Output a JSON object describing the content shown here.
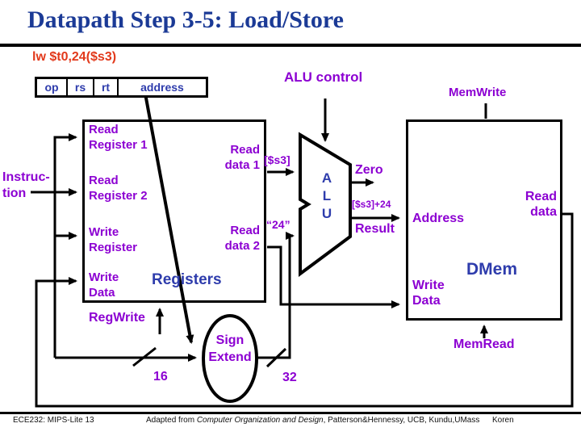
{
  "colors": {
    "title_blue": "#1b3a96",
    "block_blue": "#2e3cac",
    "label_purple": "#8c00d2",
    "instruction_red": "#e2391b",
    "line_black": "#000000"
  },
  "header": {
    "title": "Datapath Step 3-5: Load/Store"
  },
  "instruction": {
    "assembly": "lw $t0,24($s3)",
    "fields": [
      {
        "label": "op"
      },
      {
        "label": "rs"
      },
      {
        "label": "rt"
      },
      {
        "label": "address"
      }
    ],
    "source_label": "Instruc-\ntion"
  },
  "registers": {
    "title": "Registers",
    "ports": {
      "read_register_1": "Read\nRegister 1",
      "read_register_2": "Read\nRegister 2",
      "write_register": "Write\nRegister",
      "write_data": "Write\nData",
      "read_data_1": "Read\ndata 1",
      "read_data_2": "Read\ndata 2"
    },
    "control": "RegWrite"
  },
  "alu": {
    "letters": "A\nL\nU",
    "control_label": "ALU control",
    "zero_label": "Zero",
    "result_label": "Result",
    "input1_value": "[$s3]",
    "input2_value": "“24”",
    "output_value": "[$s3]+24"
  },
  "dmem": {
    "title": "DMem",
    "ports": {
      "address": "Address",
      "read_data": "Read\ndata",
      "write_data": "Write\nData"
    },
    "controls": {
      "mem_write": "MemWrite",
      "mem_read": "MemRead"
    }
  },
  "sign_extend": {
    "label": "Sign\nExtend",
    "input_width": "16",
    "output_width": "32"
  },
  "footer": {
    "course": "ECE232: MIPS-Lite 13",
    "credit_prefix": "Adapted from ",
    "credit_italic": "Computer Organization and Design",
    "credit_suffix": ", Patterson&Hennessy, UCB, Kundu,UMass",
    "author": "Koren"
  }
}
